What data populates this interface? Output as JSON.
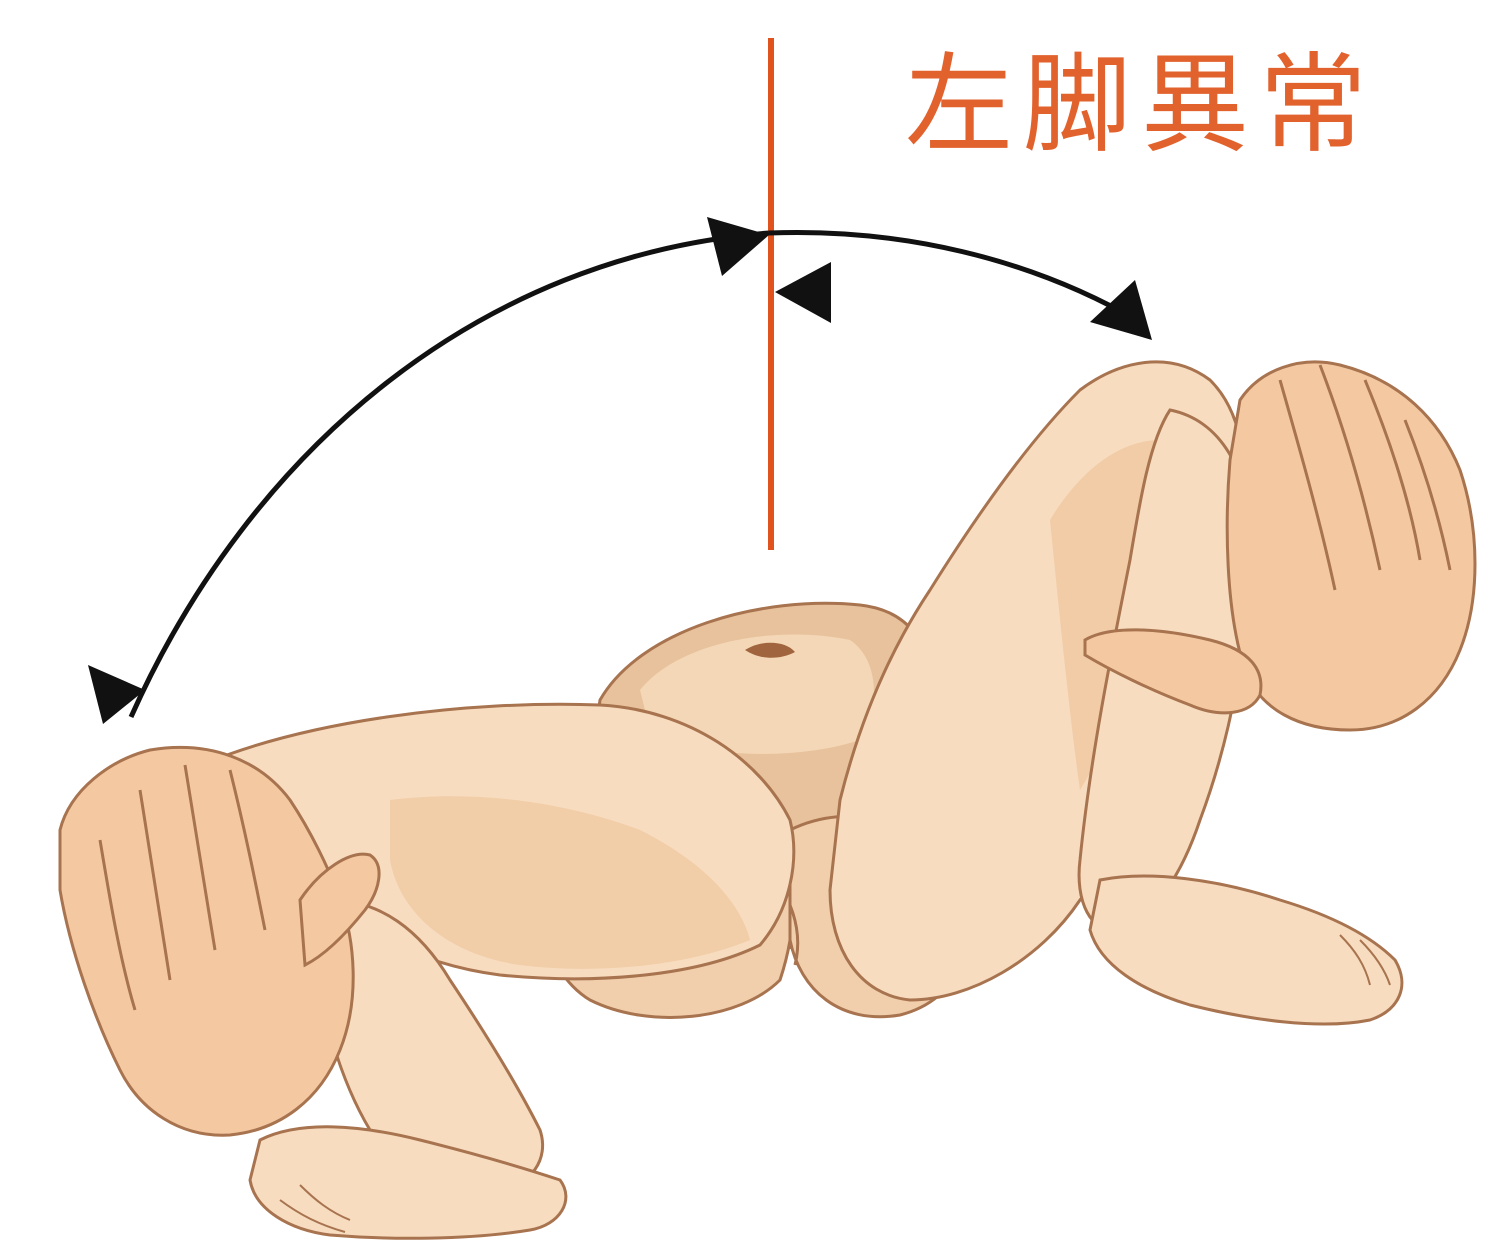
{
  "caption": "左脚異常",
  "colors": {
    "caption": "#e2622e",
    "midline": "#e0531f",
    "arrow": "#111111",
    "skin_light": "#f7dcbf",
    "skin_mid": "#efc8a0",
    "skin_shadow": "#d9b08a",
    "skin_hand": "#f4c9a2",
    "outline": "#a8734f"
  },
  "illustration": {
    "subject": "infant-lying-supine-hip-abduction-test",
    "arc_arrow_left": "range-of-abduction-normal-side",
    "arc_arrow_right": "range-of-abduction-limited-side",
    "reference_line": "vertical-midline"
  }
}
